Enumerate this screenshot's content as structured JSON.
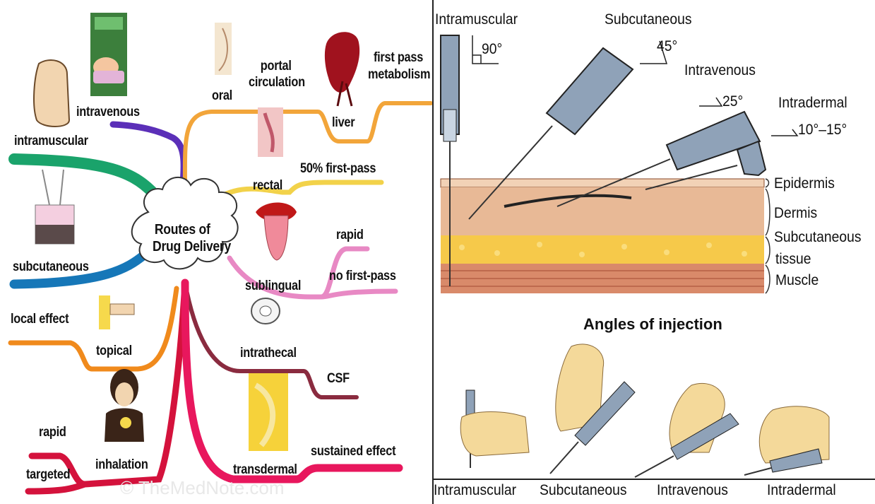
{
  "mindmap": {
    "center": [
      "Routes of",
      "Drug Delivery"
    ],
    "labels": {
      "intravenous": "intravenous",
      "intramuscular": "intramuscular",
      "subcutaneous": "subcutaneous",
      "local_effect": "local effect",
      "topical": "topical",
      "rapid_left": "rapid",
      "targeted": "targeted",
      "inhalation": "inhalation",
      "oral": "oral",
      "portal_circulation": [
        "portal",
        "circulation"
      ],
      "liver": "liver",
      "first_pass_metabolism": [
        "first pass",
        "metabolism"
      ],
      "rectal": "rectal",
      "fifty_first_pass": "50% first-pass",
      "rapid_right": "rapid",
      "no_first_pass": "no first-pass",
      "sublingual": "sublingual",
      "intrathecal": "intrathecal",
      "csf": "CSF",
      "transdermal": "transdermal",
      "sustained_effect": "sustained effect"
    },
    "watermark": "© TheMedNote.com",
    "colors": {
      "intravenous": "#5b2fb8",
      "intramuscular": "#1aa36b",
      "subcutaneous": "#1677b8",
      "topical": "#f08a1c",
      "inhalation": "#d4123c",
      "oral": "#f2a53a",
      "rectal": "#f2d24a",
      "sublingual": "#e889c4",
      "intrathecal": "#8a2b3f",
      "transdermal": "#e8175d"
    }
  },
  "injection": {
    "top_labels": {
      "intramuscular": "Intramuscular",
      "subcutaneous": "Subcutaneous",
      "intravenous": "Intravenous",
      "intradermal": "Intradermal"
    },
    "angles": {
      "intramuscular": "90°",
      "subcutaneous": "45°",
      "intravenous": "25°",
      "intradermal": "10°–15°"
    },
    "layers": {
      "epidermis": "Epidermis",
      "dermis": "Dermis",
      "subcutaneous": "Subcutaneous",
      "tissue": "tissue",
      "muscle": "Muscle"
    },
    "title": "Angles of injection",
    "bottom_labels": [
      "Intramuscular",
      "Subcutaneous",
      "Intravenous",
      "Intradermal"
    ]
  }
}
